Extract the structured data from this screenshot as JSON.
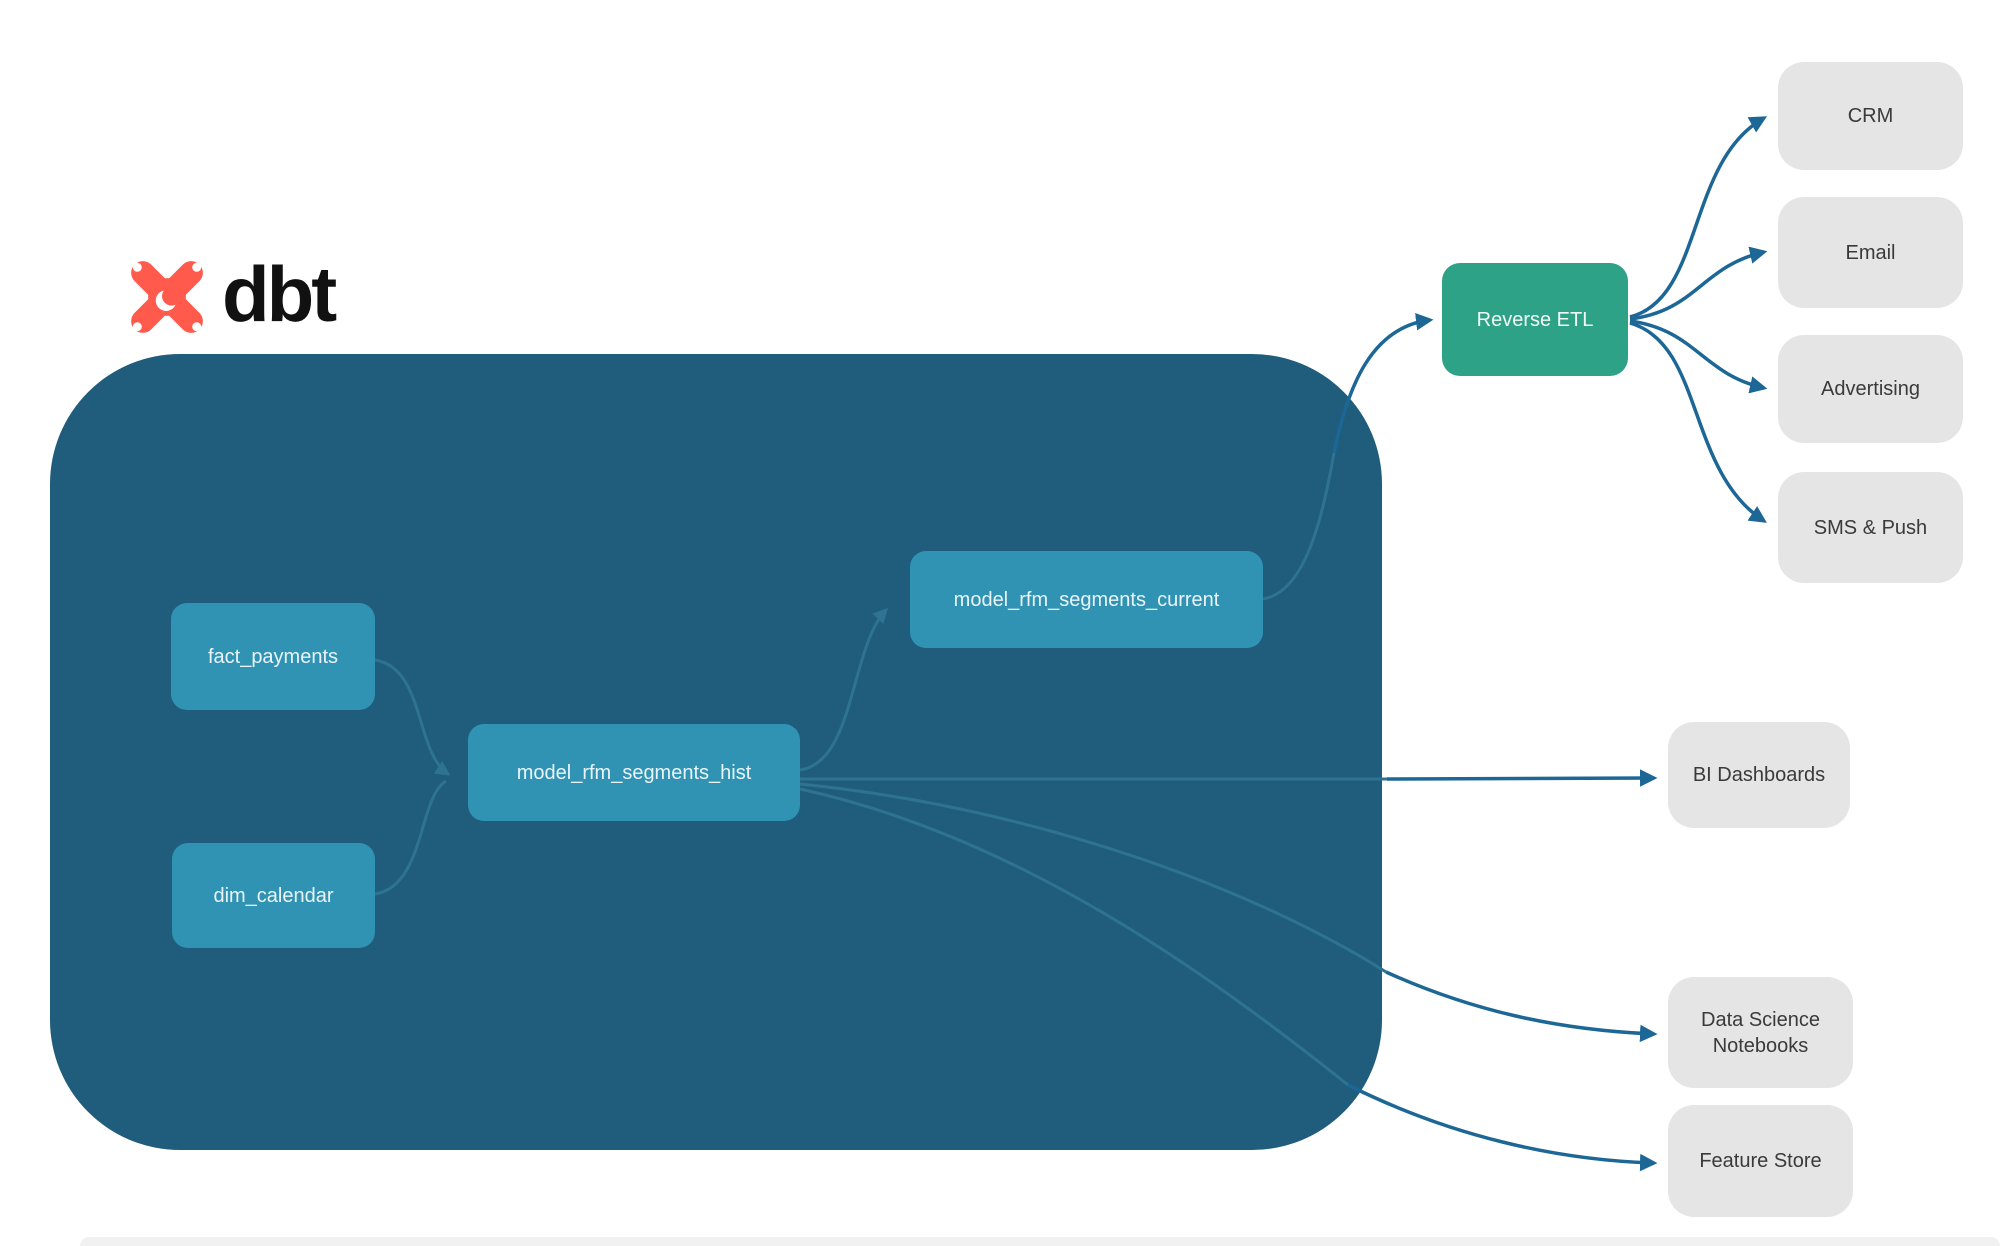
{
  "logo": {
    "brand": "dbt"
  },
  "diagram": {
    "models": [
      {
        "id": "fact_payments",
        "label": "fact_payments"
      },
      {
        "id": "dim_calendar",
        "label": "dim_calendar"
      },
      {
        "id": "model_rfm_segments_hist",
        "label": "model_rfm_segments_hist"
      },
      {
        "id": "model_rfm_segments_current",
        "label": "model_rfm_segments_current"
      }
    ],
    "reverse_etl": {
      "label": "Reverse ETL"
    },
    "destinations": [
      {
        "label": "CRM"
      },
      {
        "label": "Email"
      },
      {
        "label": "Advertising"
      },
      {
        "label": "SMS & Push"
      }
    ],
    "outputs": [
      {
        "label": "BI Dashboards"
      },
      {
        "label": "Data Science Notebooks"
      },
      {
        "label": "Feature Store"
      }
    ],
    "edges": [
      {
        "from": "fact_payments",
        "to": "model_rfm_segments_hist"
      },
      {
        "from": "dim_calendar",
        "to": "model_rfm_segments_hist"
      },
      {
        "from": "model_rfm_segments_hist",
        "to": "model_rfm_segments_current"
      },
      {
        "from": "model_rfm_segments_current",
        "to": "Reverse ETL"
      },
      {
        "from": "Reverse ETL",
        "to": "CRM"
      },
      {
        "from": "Reverse ETL",
        "to": "Email"
      },
      {
        "from": "Reverse ETL",
        "to": "Advertising"
      },
      {
        "from": "Reverse ETL",
        "to": "SMS & Push"
      },
      {
        "from": "model_rfm_segments_hist",
        "to": "BI Dashboards"
      },
      {
        "from": "model_rfm_segments_hist",
        "to": "Data Science Notebooks"
      },
      {
        "from": "model_rfm_segments_hist",
        "to": "Feature Store"
      }
    ],
    "colors": {
      "container": "#205D7C",
      "model_node": "#3093B4",
      "reverse_etl_node": "#2EA287",
      "destination_node": "#E5E5E5",
      "edge_outside": "#1C6795",
      "edge_inside": "#2E7392",
      "logo_orange": "#FF5A4B",
      "wordmark": "#111111"
    }
  }
}
